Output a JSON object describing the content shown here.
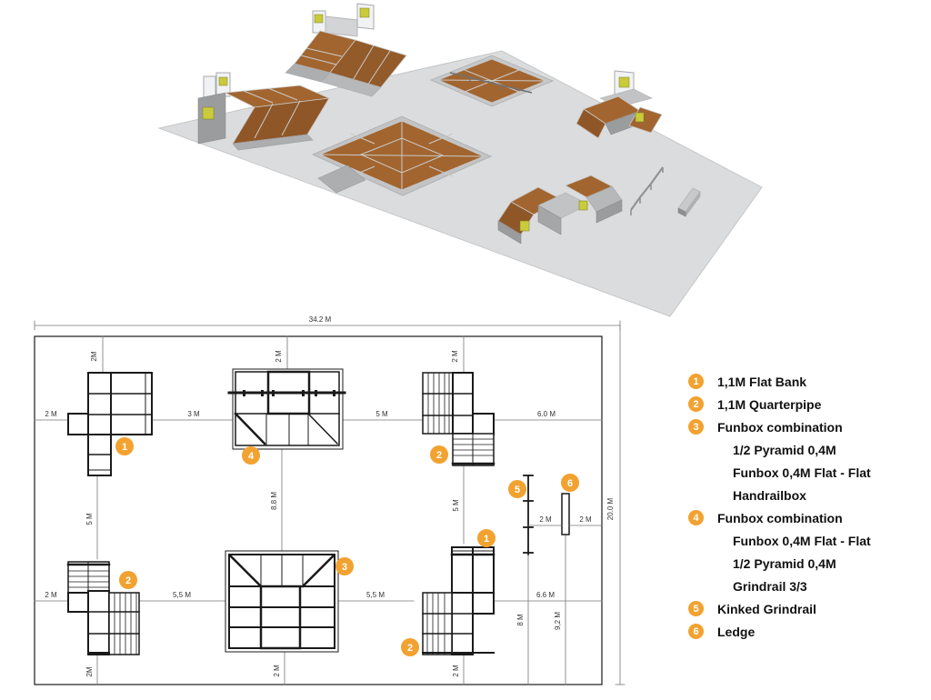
{
  "colors": {
    "accent_orange": "#F2A230",
    "ramp_brown": "#A2652F",
    "ramp_brown_dark": "#8F5727",
    "pad_gray": "#DBDCDD",
    "structure_gray": "#C2C3C5",
    "structure_gray_dark": "#9B9C9E",
    "sign_yellow": "#C9CB3B",
    "plan_line_black": "#1A1A1A",
    "dim_line_gray": "#777777"
  },
  "plan": {
    "total_width": "34.2 M",
    "total_height": "20.0 M",
    "dims": {
      "p1_top": "2M",
      "p4_top": "2 M",
      "p2_top": "2 M",
      "p1_left": "2 M",
      "p1_p4_gap": "3 M",
      "p4_p2_gap": "5 M",
      "p2_right": "6.0 M",
      "left_mid": "5 M",
      "center_mid": "8.8 M",
      "right_mid": "5 M",
      "rail_ledge_gap": "2 M",
      "ledge_right_gap": "2 M",
      "p2b_left": "2 M",
      "p2b_p3_gap": "5,5 M",
      "p3_combo_gap": "5,5 M",
      "combo_right": "6.6 M",
      "rail_height": "8 M",
      "ledge_height": "9,2 M",
      "p2b_bottom": "2M",
      "p3_bottom": "2 M",
      "combo_bottom": "2 M"
    },
    "markers": [
      "1",
      "4",
      "2",
      "5",
      "6",
      "1",
      "2",
      "3",
      "2"
    ]
  },
  "legend": {
    "items": [
      {
        "num": "1",
        "label": "1,1M Flat Bank",
        "sub": []
      },
      {
        "num": "2",
        "label": "1,1M Quarterpipe",
        "sub": []
      },
      {
        "num": "3",
        "label": "Funbox combination",
        "sub": [
          "1/2 Pyramid 0,4M",
          "Funbox 0,4M Flat - Flat",
          "Handrailbox"
        ]
      },
      {
        "num": "4",
        "label": "Funbox combination",
        "sub": [
          "Funbox 0,4M Flat - Flat",
          "1/2 Pyramid 0,4M",
          "Grindrail 3/3"
        ]
      },
      {
        "num": "5",
        "label": "Kinked Grindrail",
        "sub": []
      },
      {
        "num": "6",
        "label": "Ledge",
        "sub": []
      }
    ]
  }
}
